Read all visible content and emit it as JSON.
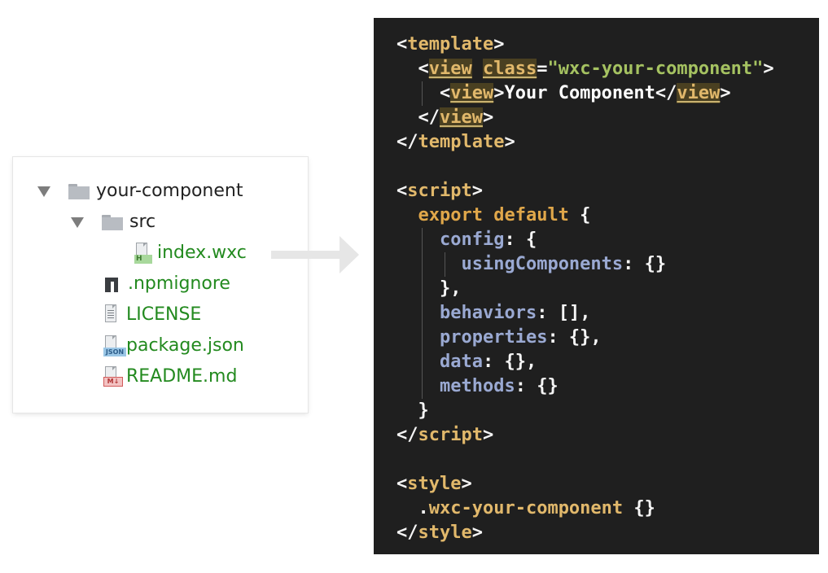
{
  "file_tree": {
    "items": [
      {
        "label": "your-component",
        "kind": "folder",
        "expanded": true,
        "color": "#222222"
      },
      {
        "label": "src",
        "kind": "folder",
        "expanded": true,
        "color": "#222222"
      },
      {
        "label": "index.wxc",
        "kind": "file",
        "icon": "html-file-icon",
        "badge": "H",
        "color": "#238a1f"
      },
      {
        "label": ".npmignore",
        "kind": "file",
        "icon": "npm-icon",
        "color": "#238a1f"
      },
      {
        "label": "LICENSE",
        "kind": "file",
        "icon": "text-file-icon",
        "color": "#238a1f"
      },
      {
        "label": "package.json",
        "kind": "file",
        "icon": "json-file-icon",
        "badge": "JSON",
        "color": "#238a1f"
      },
      {
        "label": "README.md",
        "kind": "file",
        "icon": "markdown-file-icon",
        "badge": "M↓",
        "color": "#238a1f"
      }
    ]
  },
  "code": {
    "lines": {
      "l1": {
        "lt": "<",
        "tag": "template",
        "gt": ">"
      },
      "l2": {
        "lt": "<",
        "tag": "view",
        "sp": " ",
        "attr": "class",
        "eq": "=",
        "str": "\"wxc-your-component\"",
        "gt": ">"
      },
      "l3": {
        "lt": "<",
        "tag": "view",
        "gt": ">",
        "text": "Your Component",
        "lt2": "</",
        "tag2": "view",
        "gt2": ">"
      },
      "l4": {
        "lt": "</",
        "tag": "view",
        "gt": ">"
      },
      "l5": {
        "lt": "</",
        "tag": "template",
        "gt": ">"
      },
      "l7": {
        "lt": "<",
        "tag": "script",
        "gt": ">"
      },
      "l8": {
        "kw": "export default",
        "brace": " {"
      },
      "l9": {
        "key": "config",
        "colon": ":",
        "brace": " {"
      },
      "l10": {
        "key": "usingComponents",
        "colon": ":",
        "val": " {}"
      },
      "l11": {
        "punct": "},"
      },
      "l12": {
        "key": "behaviors",
        "colon": ":",
        "val": " [],"
      },
      "l13": {
        "key": "properties",
        "colon": ":",
        "val": " {},"
      },
      "l14": {
        "key": "data",
        "colon": ":",
        "val": " {},"
      },
      "l15": {
        "key": "methods",
        "colon": ":",
        "val": " {}"
      },
      "l16": {
        "punct": "}"
      },
      "l17": {
        "lt": "</",
        "tag": "script",
        "gt": ">"
      },
      "l19": {
        "lt": "<",
        "tag": "style",
        "gt": ">"
      },
      "l20": {
        "dot": ".",
        "cls": "wxc-your-component",
        "val": " {}"
      },
      "l21": {
        "lt": "</",
        "tag": "style",
        "gt": ">"
      }
    }
  },
  "colors": {
    "code_bg": "#1f1f1f",
    "tag": "#e1b86b",
    "string": "#a5c261",
    "keyword": "#e0a74a",
    "property": "#9aa9d2",
    "tree_green": "#238a1f"
  }
}
